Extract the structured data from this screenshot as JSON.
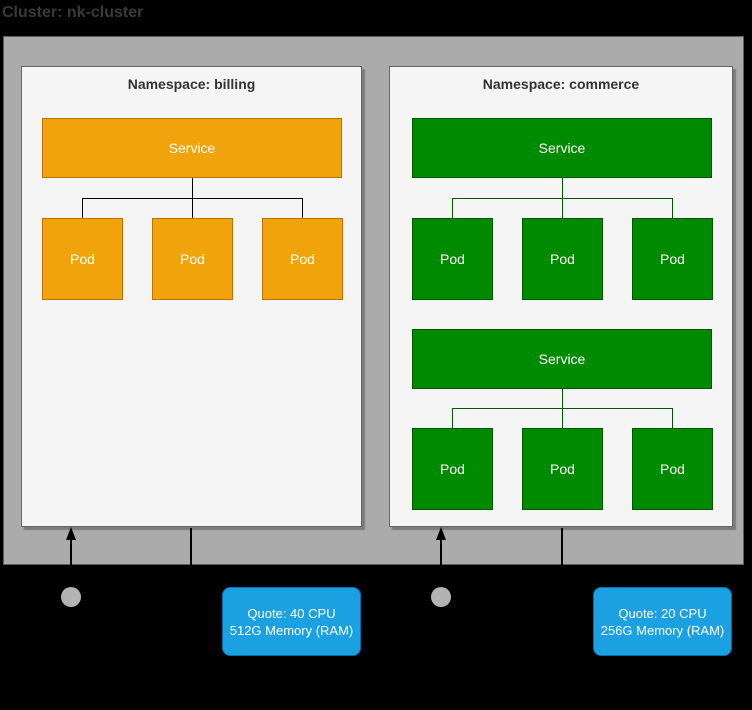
{
  "cluster": {
    "title": "Cluster: nk-cluster"
  },
  "namespaces": [
    {
      "title": "Namespace: billing",
      "groups": [
        {
          "service": "Service",
          "pods": [
            "Pod",
            "Pod",
            "Pod"
          ]
        }
      ],
      "quote": {
        "line1": "Quote: 40 CPU",
        "line2": "512G Memory (RAM)"
      }
    },
    {
      "title": "Namespace: commerce",
      "groups": [
        {
          "service": "Service",
          "pods": [
            "Pod",
            "Pod",
            "Pod"
          ]
        },
        {
          "service": "Service",
          "pods": [
            "Pod",
            "Pod",
            "Pod"
          ]
        }
      ],
      "quote": {
        "line1": "Quote: 20 CPU",
        "line2": "256G Memory (RAM)"
      }
    }
  ],
  "colors": {
    "cluster-fill": "#ABABAB",
    "namespace-fill": "#F5F5F5",
    "billing-fill": "#F0A30A",
    "billing-stroke": "#BD7000",
    "commerce-fill": "#008A00",
    "commerce-stroke": "#005700",
    "connector-billing": "#000000",
    "connector-commerce": "#005700",
    "quote-fill": "#1BA1E2",
    "quote-stroke": "#006EAF",
    "circle-fill": "#B3B3B3"
  }
}
